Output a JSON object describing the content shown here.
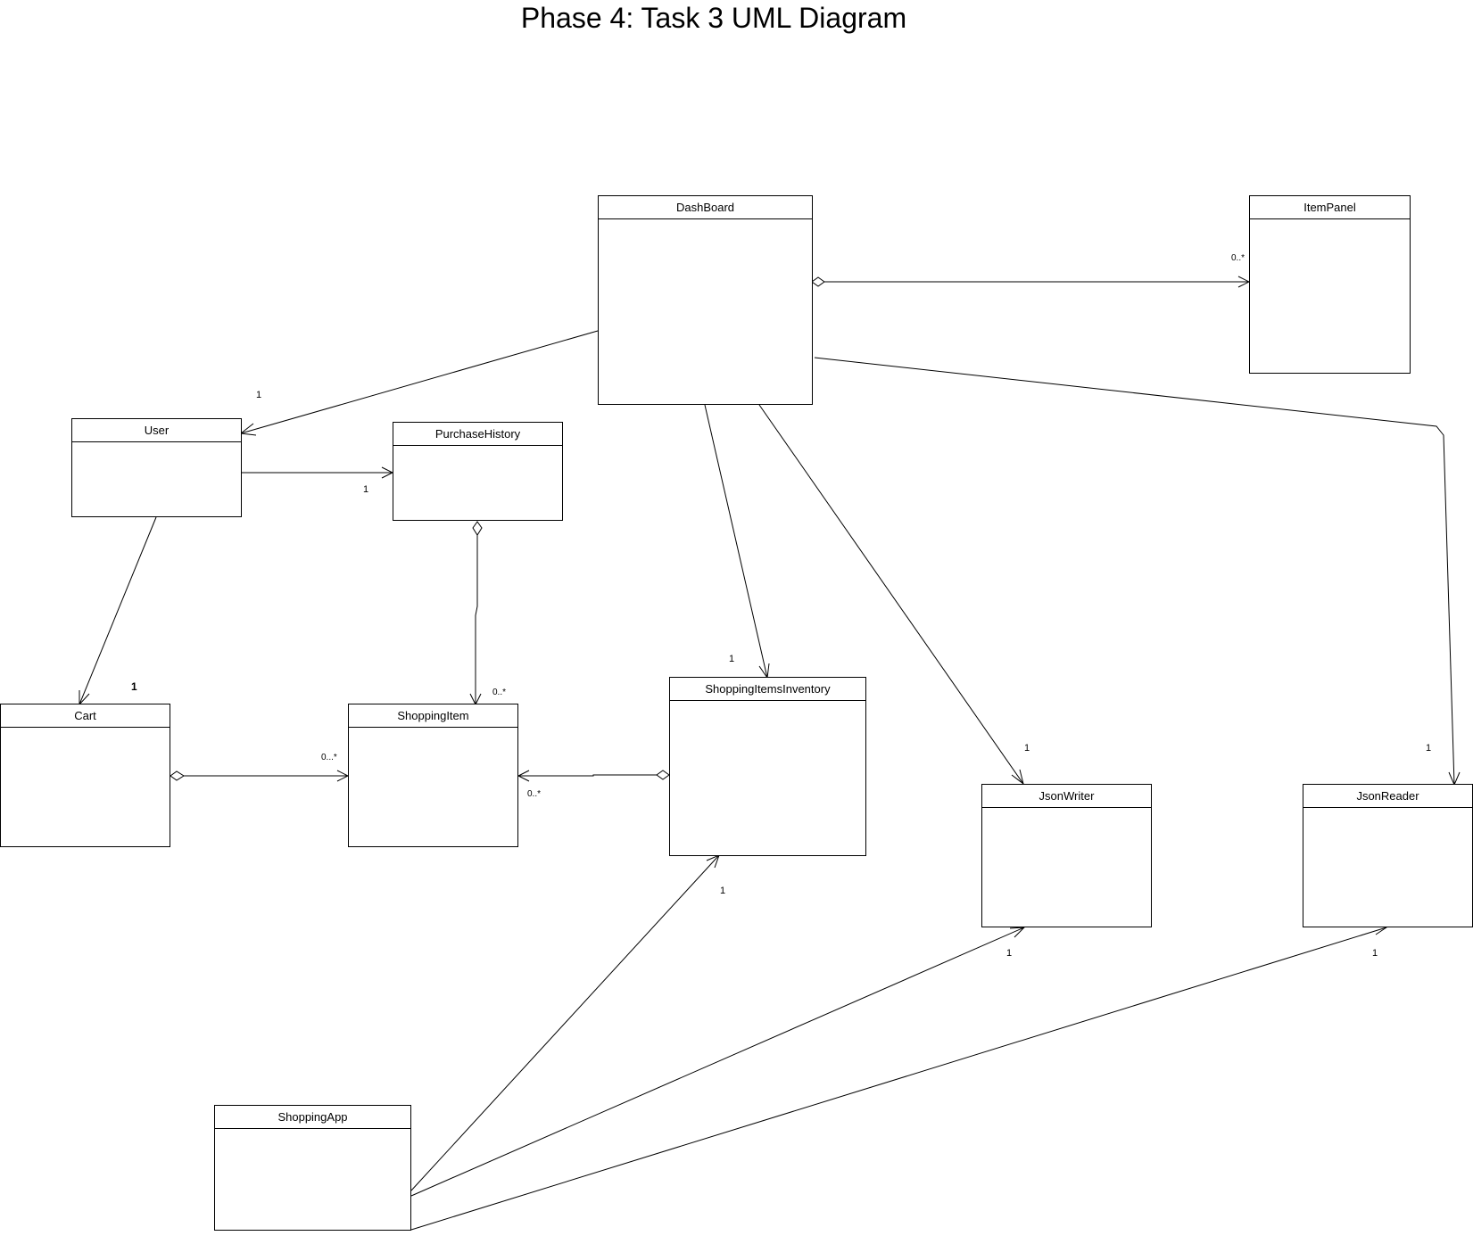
{
  "diagram": {
    "title": "Phase 4: Task 3 UML Diagram",
    "classes": {
      "dashboard": "DashBoard",
      "item_panel": "ItemPanel",
      "user": "User",
      "purchase_history": "PurchaseHistory",
      "cart": "Cart",
      "shopping_item": "ShoppingItem",
      "shopping_items_inventory": "ShoppingItemsInventory",
      "json_writer": "JsonWriter",
      "json_reader": "JsonReader",
      "shopping_app": "ShoppingApp"
    },
    "multiplicities": {
      "dashboard_itempanel": "0..*",
      "dashboard_user": "1",
      "user_purchasehistory": "1",
      "user_cart": "1",
      "purchasehistory_shoppingitem": "0..*",
      "cart_shoppingitem": "0...*",
      "inventory_shoppingitem": "0..*",
      "dashboard_inventory": "1",
      "dashboard_jsonwriter": "1",
      "dashboard_jsonreader": "1",
      "app_inventory": "1",
      "app_jsonwriter": "1",
      "app_jsonreader": "1"
    }
  }
}
